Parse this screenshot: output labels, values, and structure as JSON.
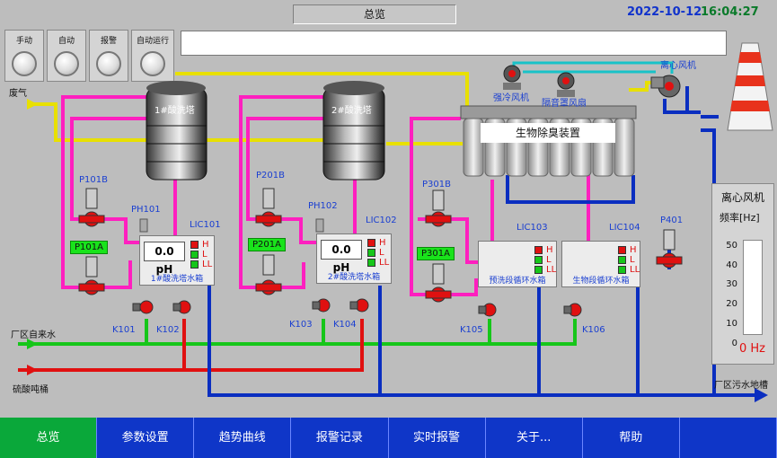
{
  "header": {
    "title": "总览",
    "date": "2022-10-12",
    "time": "16:04:27"
  },
  "modes": [
    "手动",
    "自动",
    "报警",
    "自动运行"
  ],
  "labels": {
    "waste_gas": "废气",
    "tower1": "1#酸洗塔",
    "tower2": "2#酸洗塔",
    "bio_device": "生物除臭装置",
    "strong_cool_fan": "强冷风机",
    "sound_fan": "隔音罩风扇",
    "centrifugal_fan": "离心风机",
    "tap_water": "厂区自来水",
    "acid_drum": "硫酸吨桶",
    "sewage": "厂区污水地槽"
  },
  "pumps": {
    "p101b": "P101B",
    "p101a": "P101A",
    "p201b": "P201B",
    "p201a": "P201A",
    "p301b": "P301B",
    "p301a": "P301A",
    "p401": "P401"
  },
  "valves": {
    "k101": "K101",
    "k102": "K102",
    "k103": "K103",
    "k104": "K104",
    "k105": "K105",
    "k106": "K106"
  },
  "sensors": {
    "ph101": "PH101",
    "ph102": "PH102",
    "lic101": "LIC101",
    "lic102": "LIC102",
    "lic103": "LIC103",
    "lic104": "LIC104"
  },
  "tanks": {
    "t1": {
      "ph": "0.0 pH",
      "name": "1#酸洗塔水箱"
    },
    "t2": {
      "ph": "0.0 pH",
      "name": "2#酸洗塔水箱"
    },
    "t3": {
      "name": "预洗段循环水箱"
    },
    "t4": {
      "name": "生物段循环水箱"
    }
  },
  "level": {
    "h": "H",
    "l": "L",
    "ll": "LL"
  },
  "colors": {
    "pink": "#ff1fbf",
    "yellow": "#e8e000",
    "green": "#16c61a",
    "red": "#e01010",
    "blue": "#0a2ec0",
    "cyan": "#18c2c8"
  },
  "fan_panel": {
    "title": "离心风机",
    "freq_label": "频率[Hz]",
    "ticks": [
      "50",
      "40",
      "30",
      "20",
      "10",
      "0"
    ],
    "value": "0 Hz",
    "freq_value": 0
  },
  "nav": [
    "总览",
    "参数设置",
    "趋势曲线",
    "报警记录",
    "实时报警",
    "关于...",
    "帮助",
    ""
  ]
}
